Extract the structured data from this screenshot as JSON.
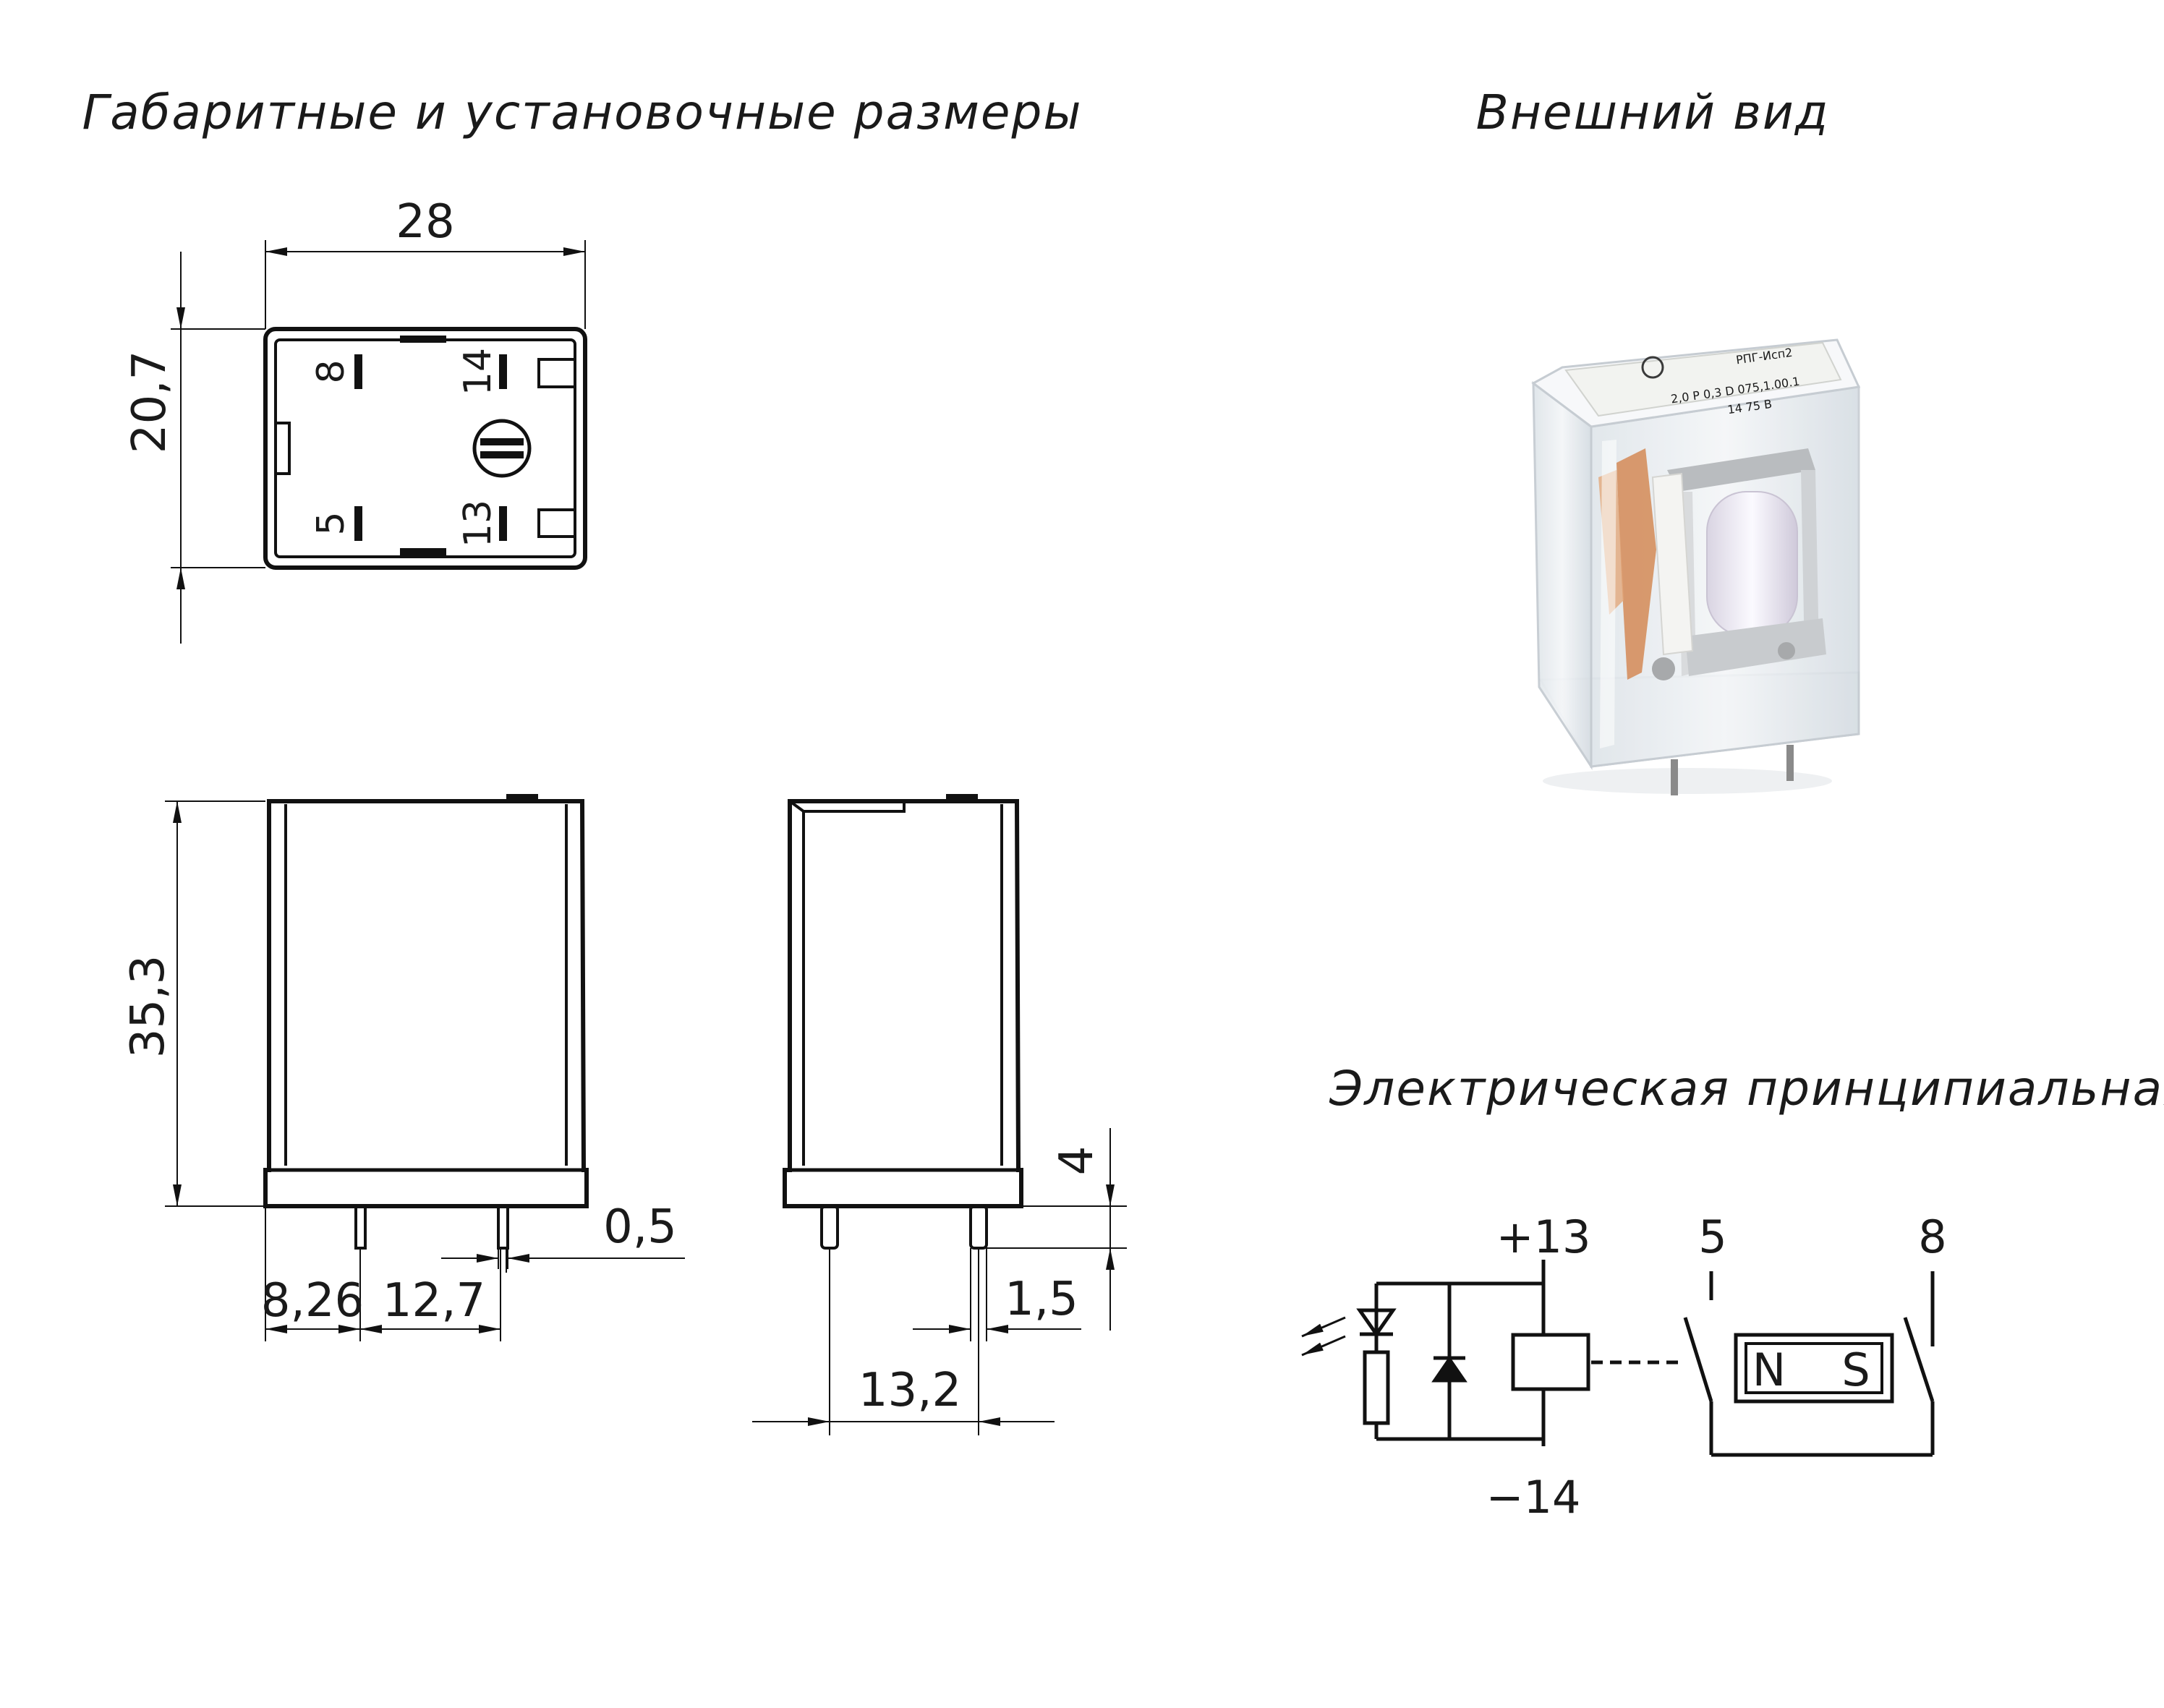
{
  "titles": {
    "dimensions": "Габаритные и установочные размеры",
    "appearance": "Внешний вид",
    "schematic": "Электрическая принципиальная схема"
  },
  "dimensions": {
    "top_width": "28",
    "top_height": "20,7",
    "body_height": "35,3",
    "pin_width": "0,5",
    "pin_offset": "8,26",
    "pin_spacing": "12,7",
    "pin_length": "4",
    "side_pin_width": "1,5",
    "side_pin_spacing": "13,2"
  },
  "pins": {
    "top_left_upper": "8",
    "top_right_upper": "14",
    "top_left_lower": "5",
    "top_right_lower": "13"
  },
  "schematic": {
    "plus_terminal": "+13",
    "minus_terminal": "−14",
    "contact_left": "5",
    "contact_right": "8",
    "magnet_north": "N",
    "magnet_south": "S"
  },
  "photo": {
    "label_line1": "РПГ-Исп2",
    "label_line2": "2,0 Р 0,3 D 075,1.00.1",
    "label_line3": "14 75 В"
  },
  "colors": {
    "line": "#111111",
    "relay_coil": "#f3f1f6",
    "relay_copper": "#d48a56",
    "relay_case": "#e9edf1"
  }
}
